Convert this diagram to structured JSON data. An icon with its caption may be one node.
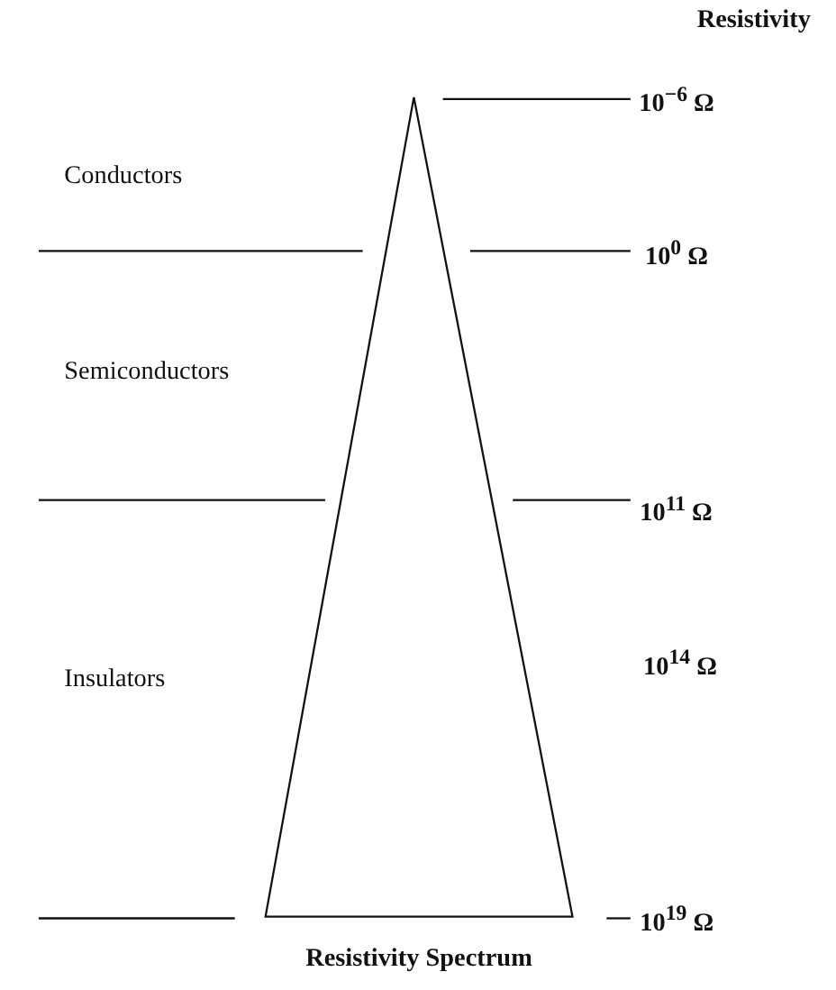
{
  "diagram": {
    "caption": "Resistivity Spectrum",
    "labels": [
      "Resistivity",
      "10$^{−6}$ Ω",
      "Conductors",
      "10$^{0}$ Ω",
      "Semiconductors",
      "10$^{11}$ Ω",
      "Insulators",
      "10$^{14}$ Ω",
      "10$^{19}$ Ω"
    ]
  }
}
